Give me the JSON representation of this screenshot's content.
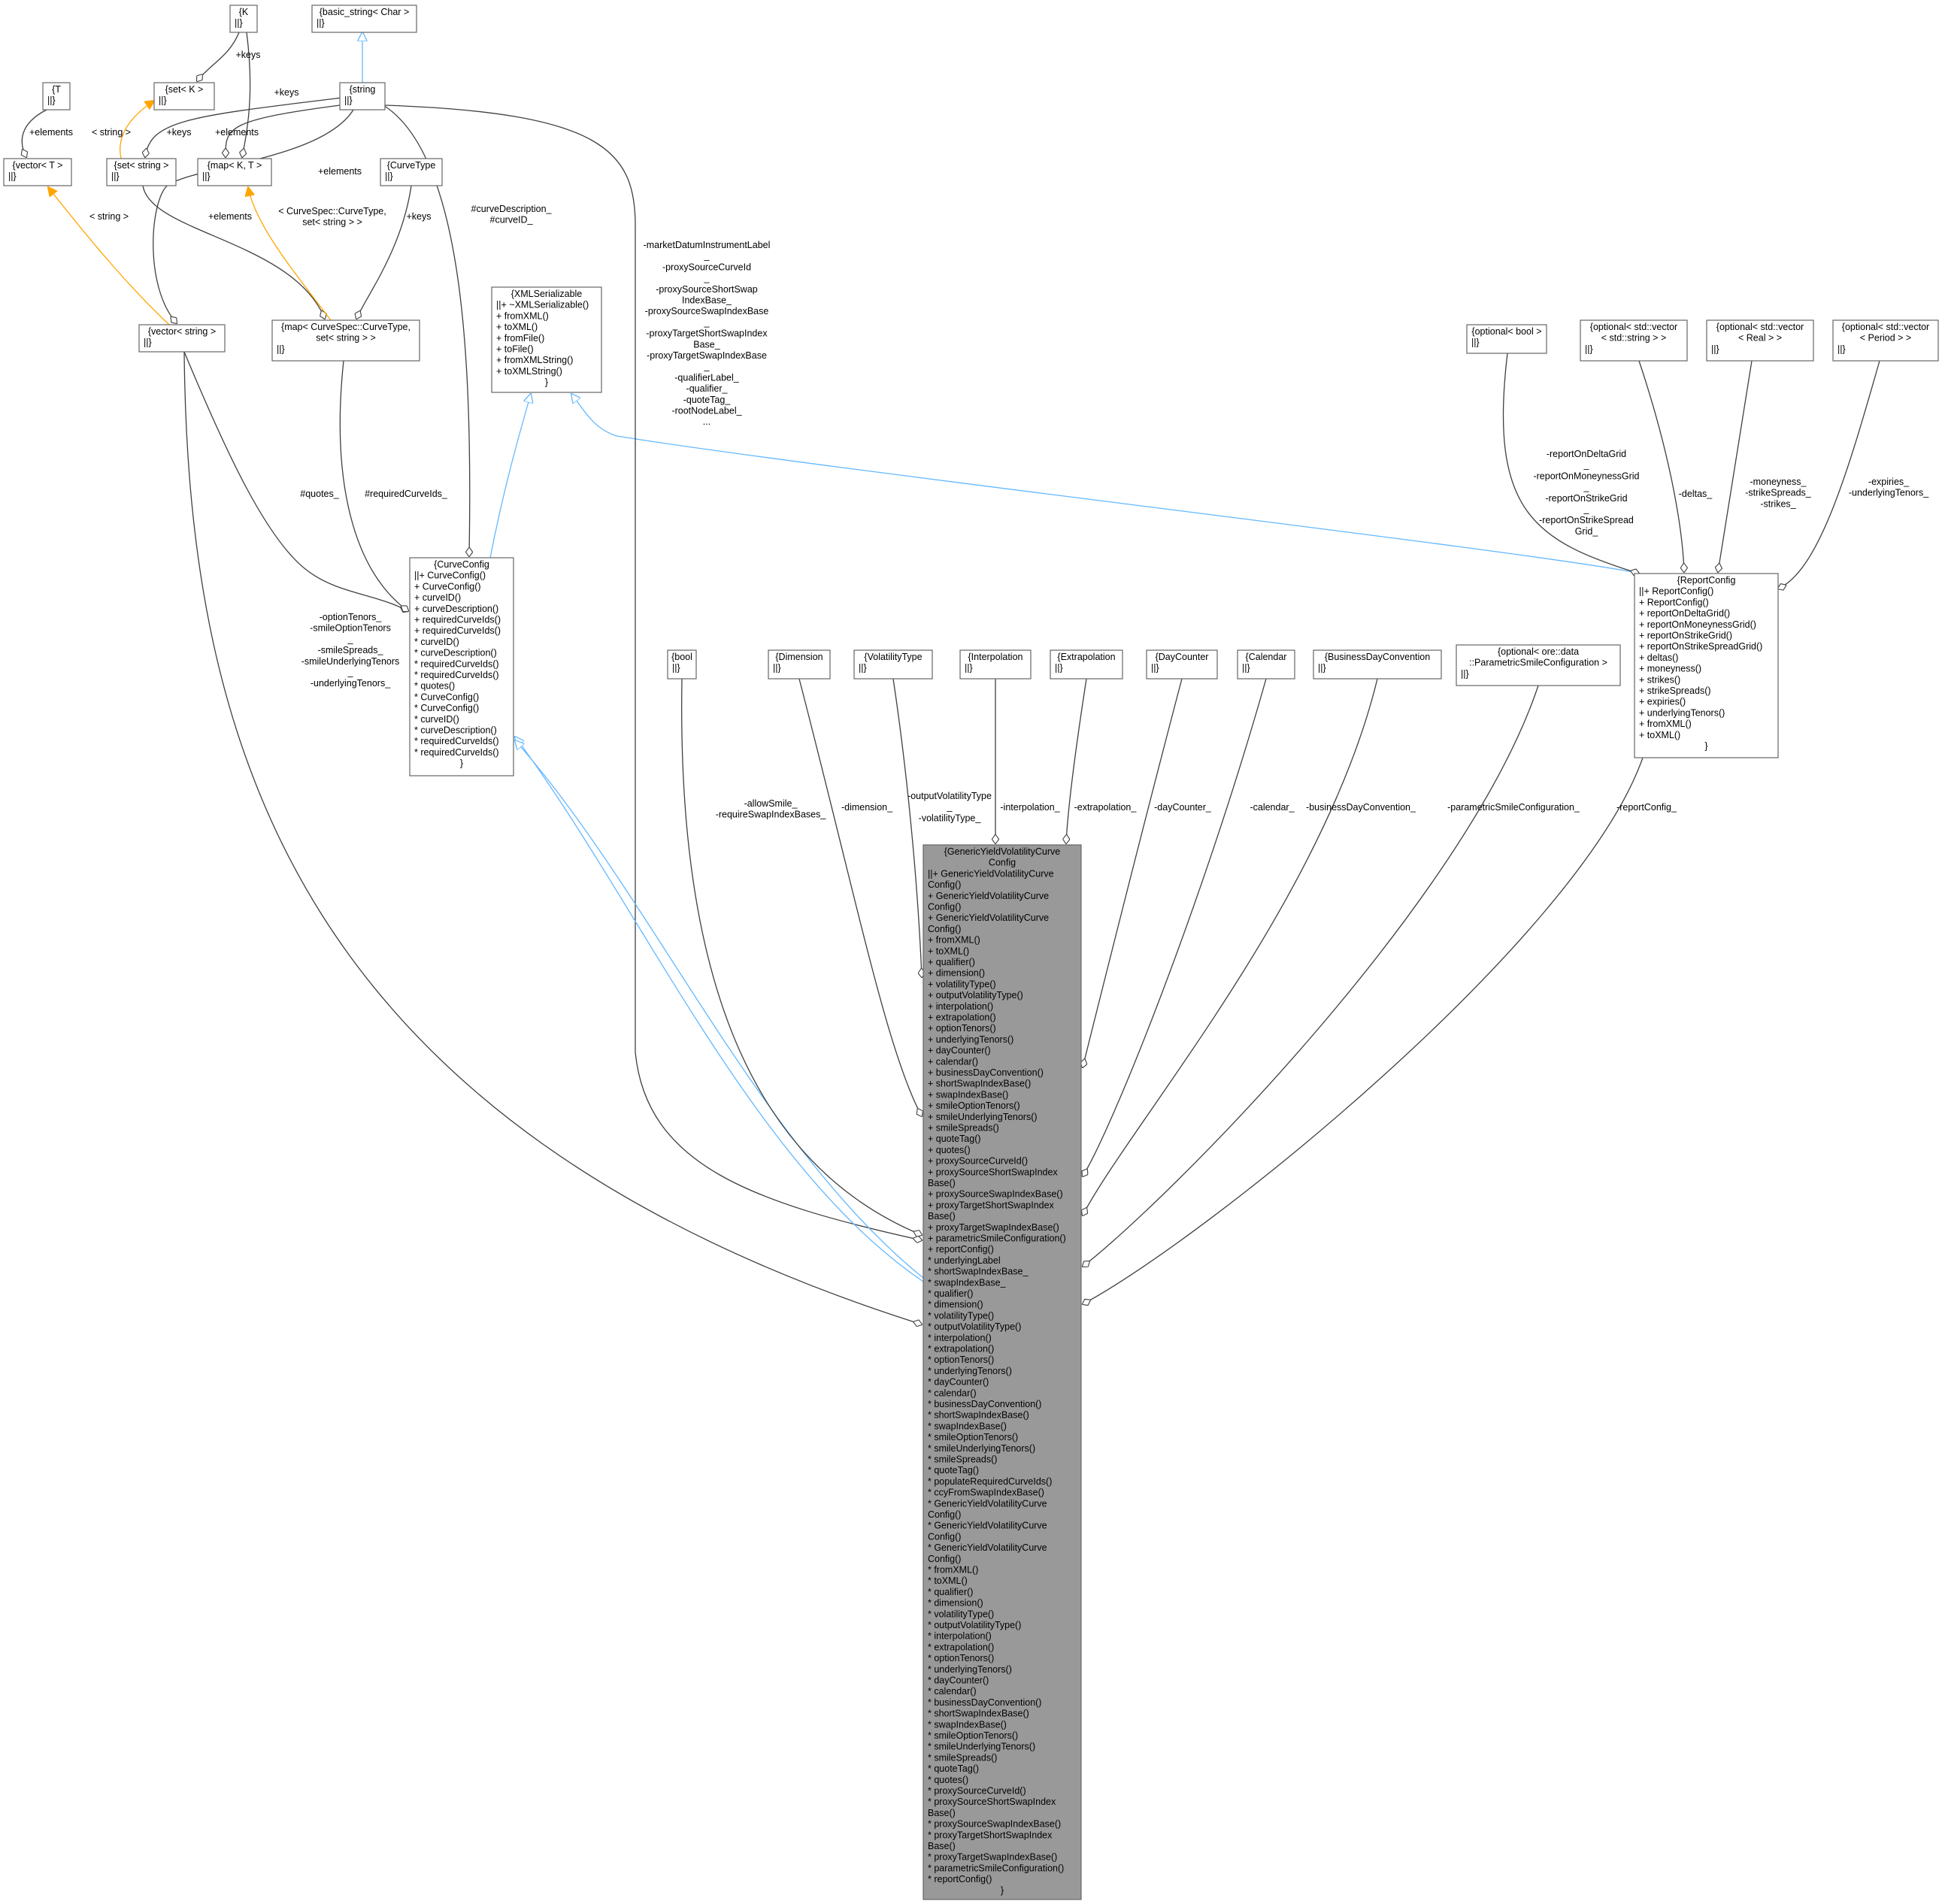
{
  "nodes": [
    {
      "id": "K",
      "lines": [
        "{K",
        "||}"
      ]
    },
    {
      "id": "basic_string",
      "lines": [
        "{basic_string< Char >",
        "||}"
      ]
    },
    {
      "id": "T",
      "lines": [
        "{T",
        "||}"
      ]
    },
    {
      "id": "setK",
      "lines": [
        "{set< K >",
        "||}"
      ]
    },
    {
      "id": "string",
      "lines": [
        "{string",
        "||}"
      ]
    },
    {
      "id": "vectorT",
      "lines": [
        "{vector< T >",
        "||}"
      ]
    },
    {
      "id": "setstring",
      "lines": [
        "{set< string >",
        "||}"
      ]
    },
    {
      "id": "mapKT",
      "lines": [
        "{map< K, T >",
        "||}"
      ]
    },
    {
      "id": "CurveType",
      "lines": [
        "{CurveType",
        "||}"
      ]
    },
    {
      "id": "vectorstring",
      "lines": [
        "{vector< string >",
        "||}"
      ]
    },
    {
      "id": "mapCurveType",
      "lines": [
        "{map< CurveSpec::CurveType,",
        "set< string > >",
        "||}"
      ]
    },
    {
      "id": "XMLSerializable",
      "lines": [
        "{XMLSerializable",
        "||+ ~XMLSerializable()",
        "+ fromXML()",
        "+ toXML()",
        "+ fromFile()",
        "+ toFile()",
        "+ fromXMLString()",
        "+ toXMLString()",
        "}"
      ]
    },
    {
      "id": "CurveConfig",
      "lines": [
        "{CurveConfig",
        "||+ CurveConfig()",
        "+ CurveConfig()",
        "+ curveID()",
        "+ curveDescription()",
        "+ requiredCurveIds()",
        "+ requiredCurveIds()",
        "* curveID()",
        "* curveDescription()",
        "* requiredCurveIds()",
        "* requiredCurveIds()",
        "* quotes()",
        "* CurveConfig()",
        "* CurveConfig()",
        "* curveID()",
        "* curveDescription()",
        "* requiredCurveIds()",
        "* requiredCurveIds()",
        "}"
      ]
    },
    {
      "id": "optbool",
      "lines": [
        "{optional< bool >",
        "||}"
      ]
    },
    {
      "id": "optvecstring",
      "lines": [
        "{optional< std::vector",
        "< std::string > >",
        "||}"
      ]
    },
    {
      "id": "optvecreal",
      "lines": [
        "{optional< std::vector",
        "< Real > >",
        "||}"
      ]
    },
    {
      "id": "optvecperiod",
      "lines": [
        "{optional< std::vector",
        "< Period > >",
        "||}"
      ]
    },
    {
      "id": "ReportConfig",
      "lines": [
        "{ReportConfig",
        "||+ ReportConfig()",
        "+ ReportConfig()",
        "+ reportOnDeltaGrid()",
        "+ reportOnMoneynessGrid()",
        "+ reportOnStrikeGrid()",
        "+ reportOnStrikeSpreadGrid()",
        "+ deltas()",
        "+ moneyness()",
        "+ strikes()",
        "+ strikeSpreads()",
        "+ expiries()",
        "+ underlyingTenors()",
        "+ fromXML()",
        "+ toXML()",
        "}"
      ]
    },
    {
      "id": "bool",
      "lines": [
        "{bool",
        "||}"
      ]
    },
    {
      "id": "Dimension",
      "lines": [
        "{Dimension",
        "||}"
      ]
    },
    {
      "id": "VolatilityType",
      "lines": [
        "{VolatilityType",
        "||}"
      ]
    },
    {
      "id": "Interpolation",
      "lines": [
        "{Interpolation",
        "||}"
      ]
    },
    {
      "id": "Extrapolation",
      "lines": [
        "{Extrapolation",
        "||}"
      ]
    },
    {
      "id": "DayCounter",
      "lines": [
        "{DayCounter",
        "||}"
      ]
    },
    {
      "id": "Calendar",
      "lines": [
        "{Calendar",
        "||}"
      ]
    },
    {
      "id": "BusinessDayConvention",
      "lines": [
        "{BusinessDayConvention",
        "||}"
      ]
    },
    {
      "id": "optParametric",
      "lines": [
        "{optional< ore::data",
        "::ParametricSmileConfiguration >",
        "||}"
      ]
    },
    {
      "id": "Generic",
      "lines": [
        "{GenericYieldVolatilityCurve",
        "Config",
        "||+ GenericYieldVolatilityCurve",
        "Config()",
        "+ GenericYieldVolatilityCurve",
        "Config()",
        "+ GenericYieldVolatilityCurve",
        "Config()",
        "+ fromXML()",
        "+ toXML()",
        "+ qualifier()",
        "+ dimension()",
        "+ volatilityType()",
        "+ outputVolatilityType()",
        "+ interpolation()",
        "+ extrapolation()",
        "+ optionTenors()",
        "+ underlyingTenors()",
        "+ dayCounter()",
        "+ calendar()",
        "+ businessDayConvention()",
        "+ shortSwapIndexBase()",
        "+ swapIndexBase()",
        "+ smileOptionTenors()",
        "+ smileUnderlyingTenors()",
        "+ smileSpreads()",
        "+ quoteTag()",
        "+ quotes()",
        "+ proxySourceCurveId()",
        "+ proxySourceShortSwapIndex",
        "Base()",
        "+ proxySourceSwapIndexBase()",
        "+ proxyTargetShortSwapIndex",
        "Base()",
        "+ proxyTargetSwapIndexBase()",
        "+ parametricSmileConfiguration()",
        "+ reportConfig()",
        "* underlyingLabel",
        "* shortSwapIndexBase_",
        "* swapIndexBase_",
        "* qualifier()",
        "* dimension()",
        "* volatilityType()",
        "* outputVolatilityType()",
        "* interpolation()",
        "* extrapolation()",
        "* optionTenors()",
        "* underlyingTenors()",
        "* dayCounter()",
        "* calendar()",
        "* businessDayConvention()",
        "* shortSwapIndexBase()",
        "* swapIndexBase()",
        "* smileOptionTenors()",
        "* smileUnderlyingTenors()",
        "* smileSpreads()",
        "* quoteTag()",
        "* populateRequiredCurveIds()",
        "* ccyFromSwapIndexBase()",
        "* GenericYieldVolatilityCurve",
        "Config()",
        "* GenericYieldVolatilityCurve",
        "Config()",
        "* GenericYieldVolatilityCurve",
        "Config()",
        "* fromXML()",
        "* toXML()",
        "* qualifier()",
        "* dimension()",
        "* volatilityType()",
        "* outputVolatilityType()",
        "* interpolation()",
        "* extrapolation()",
        "* optionTenors()",
        "* underlyingTenors()",
        "* dayCounter()",
        "* calendar()",
        "* businessDayConvention()",
        "* shortSwapIndexBase()",
        "* swapIndexBase()",
        "* smileOptionTenors()",
        "* smileUnderlyingTenors()",
        "* smileSpreads()",
        "* quoteTag()",
        "* quotes()",
        "* proxySourceCurveId()",
        "* proxySourceShortSwapIndex",
        "Base()",
        "* proxySourceSwapIndexBase()",
        "* proxyTargetShortSwapIndex",
        "Base()",
        "* proxyTargetSwapIndexBase()",
        "* parametricSmileConfiguration()",
        "* reportConfig()",
        "}"
      ]
    }
  ],
  "edge_labels": {
    "K_setK": [
      "+keys"
    ],
    "K_mapKT": [
      "+keys"
    ],
    "T_vectorT": [
      "+elements"
    ],
    "string_mapKT": [
      "+elements"
    ],
    "string_setstring": [
      "+keys"
    ],
    "string_vectorstring": [
      "+elements"
    ],
    "setK_setstring": [
      "< string >"
    ],
    "vectorT_vectorstring": [
      "< string >"
    ],
    "setstring_mapCurveType": [
      "+elements"
    ],
    "mapKT_mapCurveType": [
      "< CurveSpec::CurveType,",
      "set< string > >"
    ],
    "CurveType_mapCurveType": [
      "+keys"
    ],
    "string_CurveConfig": [
      "#curveDescription_",
      "#curveID_"
    ],
    "vectorstring_CurveConfig": [
      "#quotes_"
    ],
    "mapCurveType_CurveConfig": [
      "#requiredCurveIds_"
    ],
    "vectorstring_Generic": [
      "-optionTenors_",
      "-smileOptionTenors",
      "_",
      "-smileSpreads_",
      "-smileUnderlyingTenors",
      "_",
      "-underlyingTenors_"
    ],
    "string_Generic": [
      "-marketDatumInstrumentLabel",
      "_",
      "-proxySourceCurveId",
      "_",
      "-proxySourceShortSwap",
      "IndexBase_",
      "-proxySourceSwapIndexBase",
      "_",
      "-proxyTargetShortSwapIndex",
      "Base_",
      "-proxyTargetSwapIndexBase",
      "_",
      "-qualifierLabel_",
      "-qualifier_",
      "-quoteTag_",
      "-rootNodeLabel_",
      "..."
    ],
    "bool_Generic": [
      "-allowSmile_",
      "-requireSwapIndexBases_"
    ],
    "Dimension_Generic": [
      "-dimension_"
    ],
    "VolatilityType_Generic": [
      "-outputVolatilityType",
      "_",
      "-volatilityType_"
    ],
    "Interpolation_Generic": [
      "-interpolation_"
    ],
    "Extrapolation_Generic": [
      "-extrapolation_"
    ],
    "DayCounter_Generic": [
      "-dayCounter_"
    ],
    "Calendar_Generic": [
      "-calendar_"
    ],
    "BusinessDayConvention_Generic": [
      "-businessDayConvention_"
    ],
    "optParametric_Generic": [
      "-parametricSmileConfiguration_"
    ],
    "ReportConfig_Generic": [
      "-reportConfig_"
    ],
    "optbool_ReportConfig": [
      "-reportOnDeltaGrid",
      "_",
      "-reportOnMoneynessGrid",
      "_",
      "-reportOnStrikeGrid",
      "_",
      "-reportOnStrikeSpread",
      "Grid_"
    ],
    "optvecstring_ReportConfig": [
      "-deltas_"
    ],
    "optvecreal_ReportConfig": [
      "-moneyness_",
      "-strikeSpreads_",
      "-strikes_"
    ],
    "optvecperiod_ReportConfig": [
      "-expiries_",
      "-underlyingTenors_"
    ]
  },
  "colors": {
    "association": "#404040",
    "inheritance": "#63b8ff",
    "template": "#ffa500",
    "focus_fill": "#999999",
    "node_border": "#666666"
  }
}
